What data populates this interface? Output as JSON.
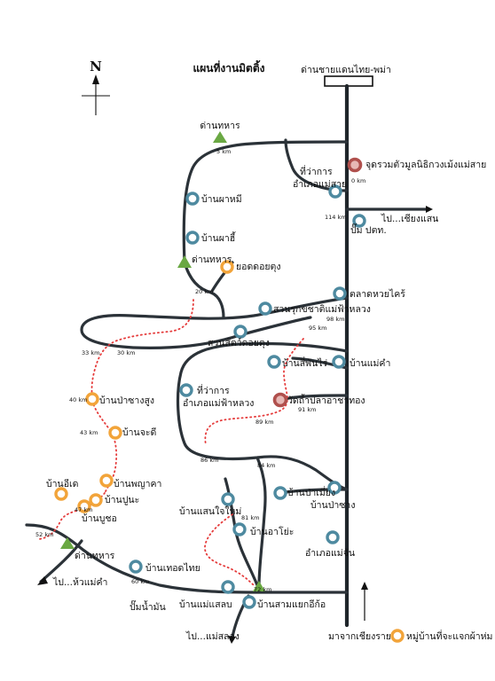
{
  "title": "แผนที่งานมิตติ้ง",
  "north": "N",
  "border_label": "ด่านชายแดนไทย-พม่า",
  "legend": {
    "label": "หมู่บ้านที่จะแจกผ้าห่ม",
    "color": "#f2a43a"
  },
  "colors": {
    "village": "#f2a43a",
    "landmark": "#4e8aa0",
    "special": "#b0504d",
    "checkpoint": "#6aa843",
    "trail": "#e53b3b",
    "road": "#2b3238"
  },
  "places": [
    {
      "id": "checkpoint-north",
      "text": "ด่านทหาร",
      "kind": "checkpoint"
    },
    {
      "id": "meeting-point",
      "text": "จุดรวมตัวมูลนิธิกวงเม้งแม่สาย",
      "kind": "special"
    },
    {
      "id": "maesai-office",
      "line1": "ที่ว่าการ",
      "line2": "อำเภอแม่สาย",
      "kind": "landmark"
    },
    {
      "id": "ban-pha-mi",
      "text": "บ้านผาหมี",
      "kind": "landmark"
    },
    {
      "id": "ban-pha-hi",
      "text": "บ้านผาฮี้",
      "kind": "landmark"
    },
    {
      "id": "ptt-station",
      "text": "ปั๊ม ปตท.",
      "kind": "landmark"
    },
    {
      "id": "checkpoint-mid",
      "text": "ด่านทหาร",
      "kind": "checkpoint"
    },
    {
      "id": "doi-tung-peak",
      "text": "ยอดดอยตุง",
      "kind": "village"
    },
    {
      "id": "huai-khrai-market",
      "text": "ตลาดหวยไคร้",
      "kind": "landmark"
    },
    {
      "id": "mae-fah-luang-garden",
      "text": "สวนรุกขชาติแม่ฟ้าหลวง",
      "kind": "landmark"
    },
    {
      "id": "doi-tung-zoo",
      "text": "สวนสัตว์ดอยตุง",
      "kind": "landmark"
    },
    {
      "id": "ban-sam-phan-rai",
      "text": "บ้านสี่พันไร่",
      "kind": "landmark"
    },
    {
      "id": "ban-mae-kham",
      "text": "บ้านแม่คำ",
      "kind": "landmark"
    },
    {
      "id": "ban-pa-sang-sung",
      "text": "บ้านป่าซางสูง",
      "kind": "village"
    },
    {
      "id": "mfl-office",
      "line1": "ที่ว่าการ",
      "line2": "อำเภอแม่ฟ้าหลวง",
      "kind": "landmark"
    },
    {
      "id": "wat-tham-pla",
      "text": "วัดถ้ำปลาอาชาทอง",
      "kind": "special"
    },
    {
      "id": "ban-jadee",
      "text": "บ้านจะดี",
      "kind": "village"
    },
    {
      "id": "ban-phaya-ka",
      "text": "บ้านพญาคา",
      "kind": "village"
    },
    {
      "id": "ban-ide",
      "text": "บ้านอีเด",
      "kind": "village"
    },
    {
      "id": "ban-puna",
      "text": "บ้านปูนะ",
      "kind": "village"
    },
    {
      "id": "ban-busor",
      "text": "บ้านบูชอ",
      "kind": "village"
    },
    {
      "id": "ban-pa-mueang",
      "text": "บ้านป่าเมี่ยง",
      "kind": "landmark"
    },
    {
      "id": "ban-pa-sang",
      "text": "บ้านป่าซาง",
      "kind": "landmark"
    },
    {
      "id": "ban-saen-jai-mai",
      "text": "บ้านแสนใจใหม่",
      "kind": "landmark"
    },
    {
      "id": "ban-a-yo",
      "text": "บ้านอาโย่ะ",
      "kind": "landmark"
    },
    {
      "id": "mae-chan-office",
      "text": "อำเภอแม่จัน",
      "kind": "landmark"
    },
    {
      "id": "checkpoint-west",
      "text": "ด่านทหาร",
      "kind": "checkpoint"
    },
    {
      "id": "ban-thoed-thai",
      "text": "บ้านเทอดไทย",
      "kind": "landmark"
    },
    {
      "id": "pump-nam-man",
      "text": "ปั๊มน้ำมัน",
      "kind": "landmark"
    },
    {
      "id": "ban-mae-salap",
      "text": "บ้านแม่แสลบ",
      "kind": "landmark"
    },
    {
      "id": "ban-sam-yaek",
      "text": "บ้านสามแยกอีก้อ",
      "kind": "landmark"
    }
  ],
  "arrows": {
    "to_chiang_saen": "ไป...เชียงแสน",
    "to_mae_kham": "ไป...ห้วแม่คำ",
    "to_mae_salong": "ไป...แม่สลอง",
    "from_chiang_rai": "มาจากเชียงราย"
  },
  "distances": {
    "km0": "0 km",
    "km5": "5 km",
    "km114": "114 km",
    "km20": "20 km",
    "km98": "98 km",
    "km95": "95 km",
    "km33": "33 km",
    "km30": "30 km",
    "km40": "40 km",
    "km91": "91 km",
    "km89": "89 km",
    "km43": "43 km",
    "km86": "86 km",
    "km84": "84 km",
    "km47": "47 km",
    "km81": "81 km",
    "km52": "52 km",
    "km60": "60 km",
    "km72": "72 km"
  }
}
